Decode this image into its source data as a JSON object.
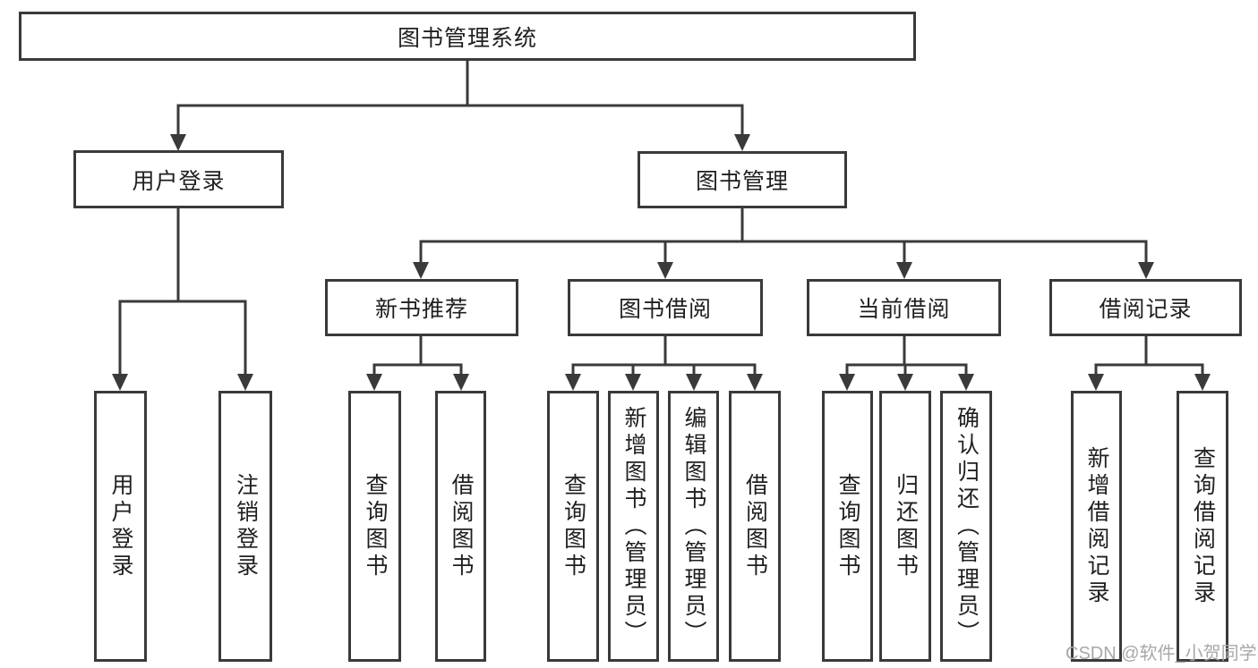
{
  "tree": {
    "root": "图书管理系统",
    "login": {
      "label": "用户登录",
      "children": [
        "用户登录",
        "注销登录"
      ]
    },
    "manage": {
      "label": "图书管理",
      "groups": [
        {
          "label": "新书推荐",
          "children": [
            "查询图书",
            "借阅图书"
          ]
        },
        {
          "label": "图书借阅",
          "children": [
            "查询图书",
            "新增图书（管理员）",
            "编辑图书（管理员）",
            "借阅图书"
          ]
        },
        {
          "label": "当前借阅",
          "children": [
            "查询图书",
            "归还图书",
            "确认归还（管理员）"
          ]
        },
        {
          "label": "借阅记录",
          "children": [
            "新增借阅记录",
            "查询借阅记录"
          ]
        }
      ]
    }
  },
  "watermark": {
    "text": "CSDN @软件_小贺同学"
  },
  "colors": {
    "line": "#3a3a3a",
    "box_border": "#3a3a3a",
    "box_background": "#ffffff",
    "text": "#1f1f1f",
    "watermark": "#a8a8a8"
  }
}
